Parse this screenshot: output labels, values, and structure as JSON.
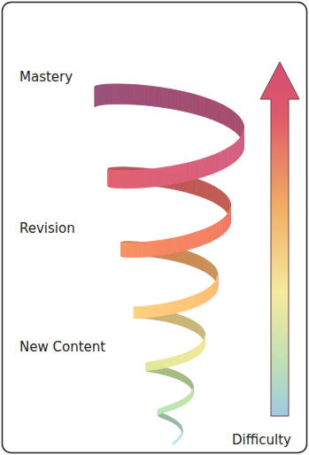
{
  "diagram": {
    "labels": [
      "Mastery",
      "Revision",
      "New Content",
      "Difficulty"
    ]
  }
}
